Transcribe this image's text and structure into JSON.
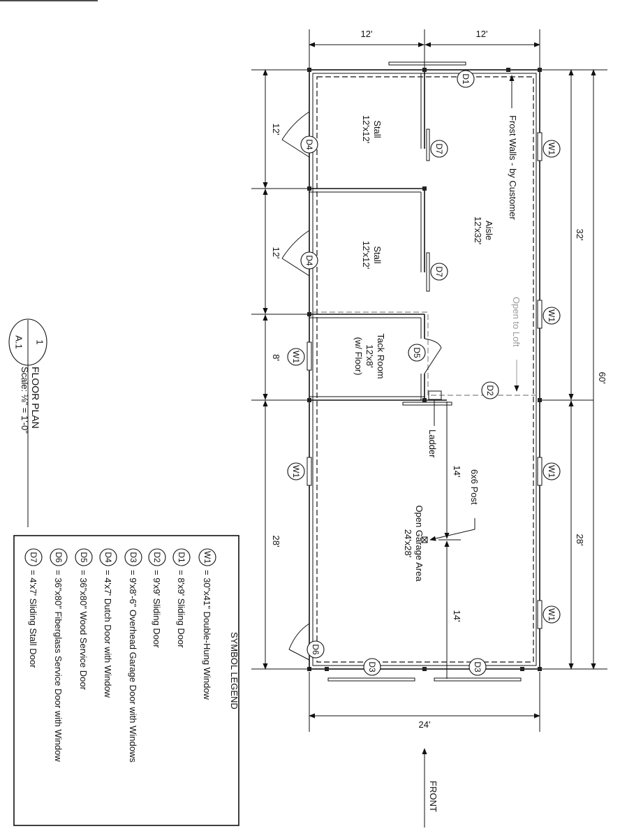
{
  "dimensions": {
    "top_left": "12'",
    "top_right": "12'",
    "bottom_width": "24'",
    "left_stall_1": "12'",
    "left_stall_2": "12'",
    "left_tack": "8'",
    "left_garage": "28'",
    "right_upper": "32'",
    "right_lower": "28'",
    "right_total": "60'",
    "garage_half_1": "14'",
    "garage_half_2": "14'"
  },
  "rooms": {
    "stall_1": [
      "Stall",
      "12'x12'"
    ],
    "stall_2": [
      "Stall",
      "12'x12'"
    ],
    "aisle": [
      "Aisle",
      "12'x32'"
    ],
    "tack": [
      "Tack Room",
      "12'x8'",
      "(w/ Floor)"
    ],
    "garage": [
      "Open Garage Area",
      "24'x28'"
    ]
  },
  "notes": {
    "frost": "Frost Walls - by Customer",
    "loft": "Open to Loft",
    "ladder": "Ladder",
    "post": "6x6 Post",
    "front": "FRONT"
  },
  "tags": {
    "D1": "D1",
    "D2": "D2",
    "D3": "D3",
    "D4": "D4",
    "D5": "D5",
    "D6": "D6",
    "D7": "D7",
    "W1": "W1"
  },
  "title_block": {
    "number": "1",
    "sheet": "A.1",
    "title": "FLOOR PLAN",
    "scale": "Scale: ⅛\" = 1'-0\""
  },
  "legend": {
    "title": "SYMBOL LEGEND",
    "items": [
      {
        "tag": "W1",
        "text": "= 30\"x41\" Double-Hung Window"
      },
      {
        "tag": "D1",
        "text": "= 8'x9' Sliding Door"
      },
      {
        "tag": "D2",
        "text": "= 9'x9' Sliding Door"
      },
      {
        "tag": "D3",
        "text": "= 9'x8'-6\" Overhead Garage Door with Windows"
      },
      {
        "tag": "D4",
        "text": "= 4'x7' Dutch Door with Window"
      },
      {
        "tag": "D5",
        "text": "= 36\"x80\" Wood Service Door"
      },
      {
        "tag": "D6",
        "text": "= 36\"x80\" Fiberglass Service Door with Window"
      },
      {
        "tag": "D7",
        "text": "= 4'x7' Sliding Stall Door"
      }
    ]
  }
}
